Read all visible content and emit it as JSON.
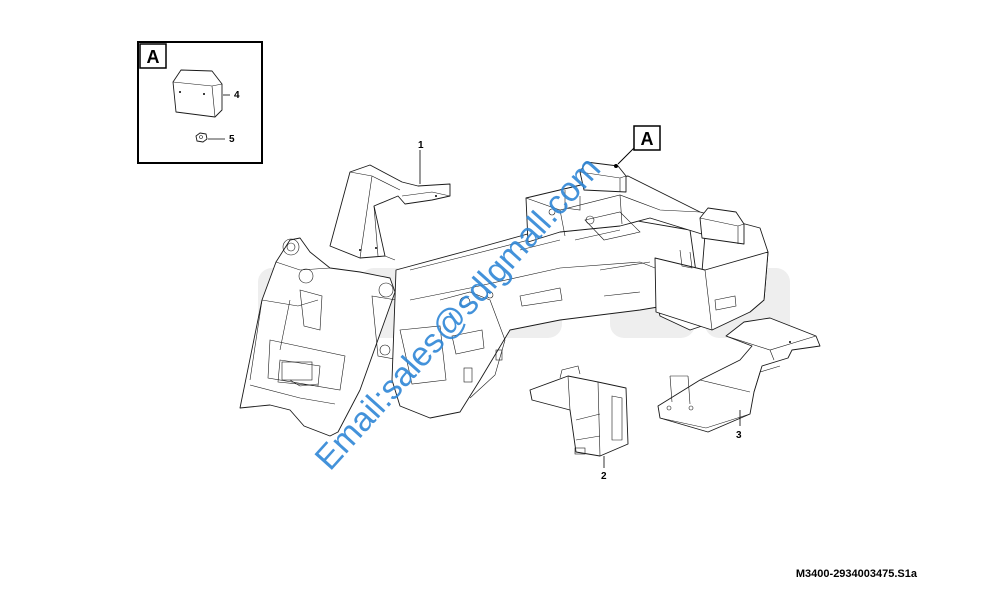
{
  "detail_view": {
    "letter": "A",
    "items": [
      "4",
      "5"
    ]
  },
  "section_ref": {
    "letter": "A"
  },
  "callouts": [
    "1",
    "2",
    "3"
  ],
  "watermark": "Email:sales@sdlgmall.com",
  "drawing_code": "M3400-2934003475.S1a",
  "colors": {
    "line": "#1a1a1a",
    "watermark_text": "#2f86d6",
    "background_logo": "#eeeeee"
  }
}
